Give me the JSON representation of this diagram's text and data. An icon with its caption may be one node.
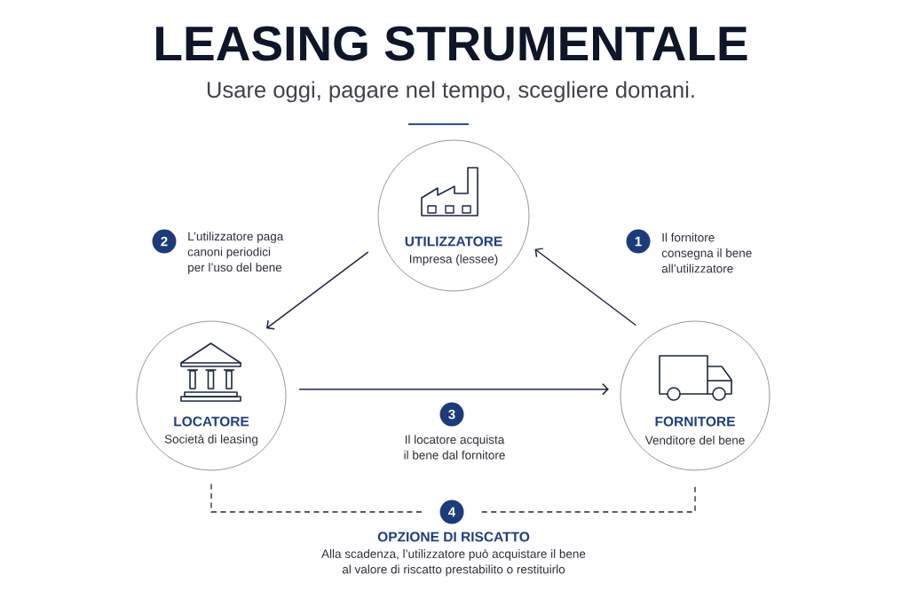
{
  "diagram": {
    "title": "LEASING STRUMENTALE",
    "nodes": [
      {
        "text": [
          "UTILIZZATORE",
          "Impresa (lessee)"
        ]
      },
      {
        "text": [
          "2"
        ],
        "beside": [
          "L’utilizzatore paga canoni periodici per l’uso del bene"
        ]
      },
      {
        "text": [
          "1"
        ],
        "beside": [
          "Il fornitore consegna il bene all’utilizzatore"
        ]
      },
      {
        "text": [
          "LOCATORE",
          "Società di leasing"
        ]
      },
      {
        "text": [
          "FORNITORE",
          "Venditore del bene"
        ]
      },
      {
        "text": [
          "3"
        ],
        "beside": [
          "Il locatore acquista il bene dal fornitore"
        ]
      },
      {
        "text": [
          "4"
        ],
        "beside": [
          "OPZIONE DI RISCATTO",
          "Alla scadenza, l’utilizzatore può acquistare il bene al valore di riscatto prestabilito o restituirlo"
        ]
      }
    ],
    "edges": [
      {
        "from": 0,
        "to": 3,
        "arrow": "to"
      },
      {
        "from": 4,
        "to": 0,
        "arrow": "to"
      },
      {
        "from": 3,
        "to": 4,
        "arrow": "to"
      },
      {
        "from": 3,
        "to": 6,
        "arrow": "none",
        "style": "dashed"
      },
      {
        "from": 6,
        "to": 4,
        "arrow": "none",
        "style": "dashed"
      }
    ],
    "labels": [
      "Usare oggi, pagare nel tempo, scegliere domani."
    ]
  }
}
